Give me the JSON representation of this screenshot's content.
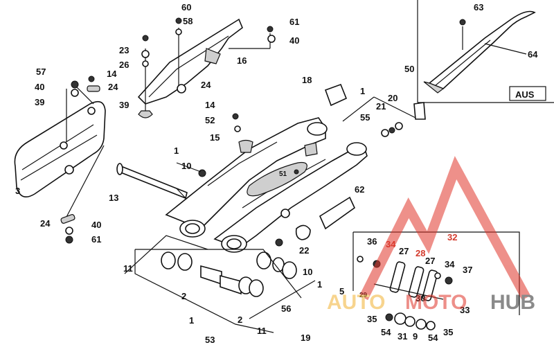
{
  "inset_label": "AUS",
  "callouts": [
    {
      "text": "60"
    },
    {
      "text": "58"
    },
    {
      "text": "23"
    },
    {
      "text": "26"
    },
    {
      "text": "16"
    },
    {
      "text": "61"
    },
    {
      "text": "40"
    },
    {
      "text": "57"
    },
    {
      "text": "40"
    },
    {
      "text": "39"
    },
    {
      "text": "14"
    },
    {
      "text": "24"
    },
    {
      "text": "39"
    },
    {
      "text": "24"
    },
    {
      "text": "14"
    },
    {
      "text": "52"
    },
    {
      "text": "15"
    },
    {
      "text": "18"
    },
    {
      "text": "1"
    },
    {
      "text": "50"
    },
    {
      "text": "63"
    },
    {
      "text": "64"
    },
    {
      "text": "21"
    },
    {
      "text": "20"
    },
    {
      "text": "55"
    },
    {
      "text": "1"
    },
    {
      "text": "10"
    },
    {
      "text": "51"
    },
    {
      "text": "13"
    },
    {
      "text": "3"
    },
    {
      "text": "62"
    },
    {
      "text": "24"
    },
    {
      "text": "40"
    },
    {
      "text": "61"
    },
    {
      "text": "22"
    },
    {
      "text": "11"
    },
    {
      "text": "10"
    },
    {
      "text": "1"
    },
    {
      "text": "2"
    },
    {
      "text": "56"
    },
    {
      "text": "2"
    },
    {
      "text": "11"
    },
    {
      "text": "1"
    },
    {
      "text": "19"
    },
    {
      "text": "53"
    },
    {
      "text": "36"
    },
    {
      "text": "34"
    },
    {
      "text": "27"
    },
    {
      "text": "32"
    },
    {
      "text": "28"
    },
    {
      "text": "27"
    },
    {
      "text": "34"
    },
    {
      "text": "37"
    },
    {
      "text": "5"
    },
    {
      "text": "29"
    },
    {
      "text": "30"
    },
    {
      "text": "33"
    },
    {
      "text": "35"
    },
    {
      "text": "54"
    },
    {
      "text": "31"
    },
    {
      "text": "9"
    },
    {
      "text": "54"
    },
    {
      "text": "35"
    }
  ],
  "watermark": {
    "word_a": "AUTO",
    "word_b": "MOTO",
    "word_c": "HUB",
    "color_a": "#f2b233",
    "color_b": "#e0342a",
    "color_c": "#2b2b2b"
  }
}
